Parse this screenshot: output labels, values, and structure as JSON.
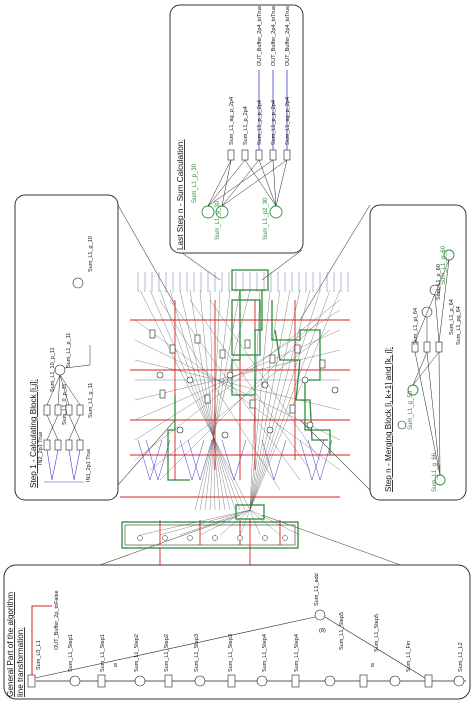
{
  "panels": {
    "step1": {
      "title": "Step 1 - Calculating Block [i,j]:",
      "labels": [
        "IN2_2p1 True",
        "IN1_2p1 True",
        "Sum_L1_10_p_11",
        "Sum_L1_p_11",
        "Sum_L1_g_11",
        "Sum_L1_0_p_11",
        "Sum_L1_g_10"
      ]
    },
    "last": {
      "title": "Last Step n - Sum Calculation:",
      "green_labels": [
        "Sum_L1_p_30",
        "Sum_L1_g_30",
        "Sum_L1_p2_30"
      ],
      "black_labels": [
        "Sum_L1_ag_p_2p4",
        "Sum_L1_p_2p4",
        "Sum_L1_p_p_2p4",
        "Sum_L1_p_p_2p4",
        "Sum_L1_ag_p_2p4"
      ],
      "blue_labels": [
        "OUT_Buffer_2p4_toTrue",
        "OUT_Buffer_2p4_toTrue",
        "OUT_Buffer_2p4_toTrue"
      ]
    },
    "stepn": {
      "title": "Step n - Merging Block [i, k+1] and [k, j]:",
      "green_labels": [
        "Sum_L1_g_60",
        "Sum_L1_g_50",
        "Sum_L1_g_66"
      ],
      "black_labels": [
        "Sum_L1_p_64",
        "Sum_L1_pi_64",
        "Sum_L1_pg_64",
        "Sum_L1_p_60"
      ]
    },
    "general": {
      "title": "General Part of the algorithm",
      "title2": "line transformation:",
      "buffer_label": "OUT_Buffer_2p_toFalse",
      "add_label": "Sum_L1_add",
      "add_count": "(8)",
      "labels": [
        "Sum_L0_L1",
        "Sum_L1_Step1",
        "Sum_L1_Step1",
        "Sum_L1_Step2",
        "Sum_L1_Step2",
        "Sum_L1_Step3",
        "Sum_L1_Step3",
        "Sum_L1_Step4",
        "Sum_L1_Step4",
        "Sum_L1_Step5",
        "Sum_L1_Step5",
        "Sum_L1_Fin",
        "Sum_L1_L2"
      ],
      "weights": [
        "8",
        "8"
      ]
    }
  },
  "colors": {
    "green": "#2e8b3a",
    "red": "#d62020",
    "blue": "#3a3acc",
    "black": "#111111"
  }
}
